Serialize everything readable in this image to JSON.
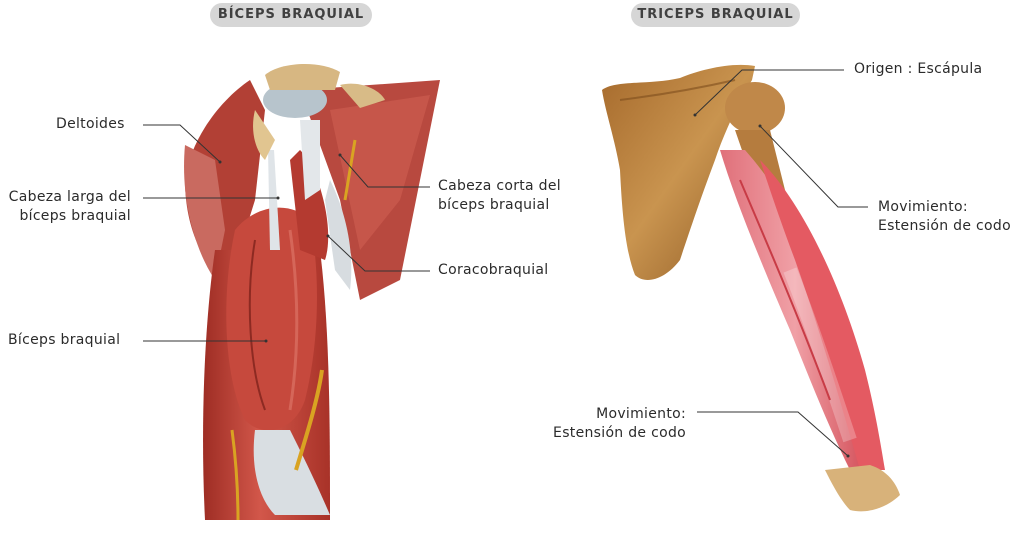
{
  "titles": {
    "left": "BÍCEPS BRAQUIAL",
    "right": "TRICEPS BRAQUIAL"
  },
  "labels": {
    "deltoides": "Deltoides",
    "cabeza_larga_1": "Cabeza larga del",
    "cabeza_larga_2": "bíceps braquial",
    "biceps": "Bíceps braquial",
    "cabeza_corta_1": "Cabeza corta del",
    "cabeza_corta_2": "bíceps braquial",
    "coracobraquial": "Coracobraquial",
    "origen": "Origen : Escápula",
    "mov_right_1": "Movimiento:",
    "mov_right_2": "Estensión de codo",
    "mov_left_1": "Movimiento:",
    "mov_left_2": "Estensión de codo"
  },
  "colors": {
    "muscle": "#c8463a",
    "muscle_light": "#e87e7e",
    "bone": "#b9803e",
    "tendon": "#dfe4e8",
    "leader": "#333333"
  }
}
